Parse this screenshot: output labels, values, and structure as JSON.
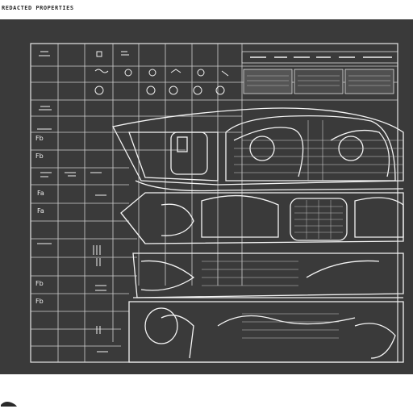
{
  "header": {
    "caption": "REDACTED PROPERTIES"
  },
  "sheet": {
    "background": "#3a3a3a",
    "line_color": "#e8e8e8",
    "page_background": "#ffffff"
  },
  "left_labels": [
    "Fb",
    "Fb",
    "Fa",
    "Fa",
    "Fb",
    "Fb"
  ],
  "footer": {
    "mark": "logo"
  }
}
